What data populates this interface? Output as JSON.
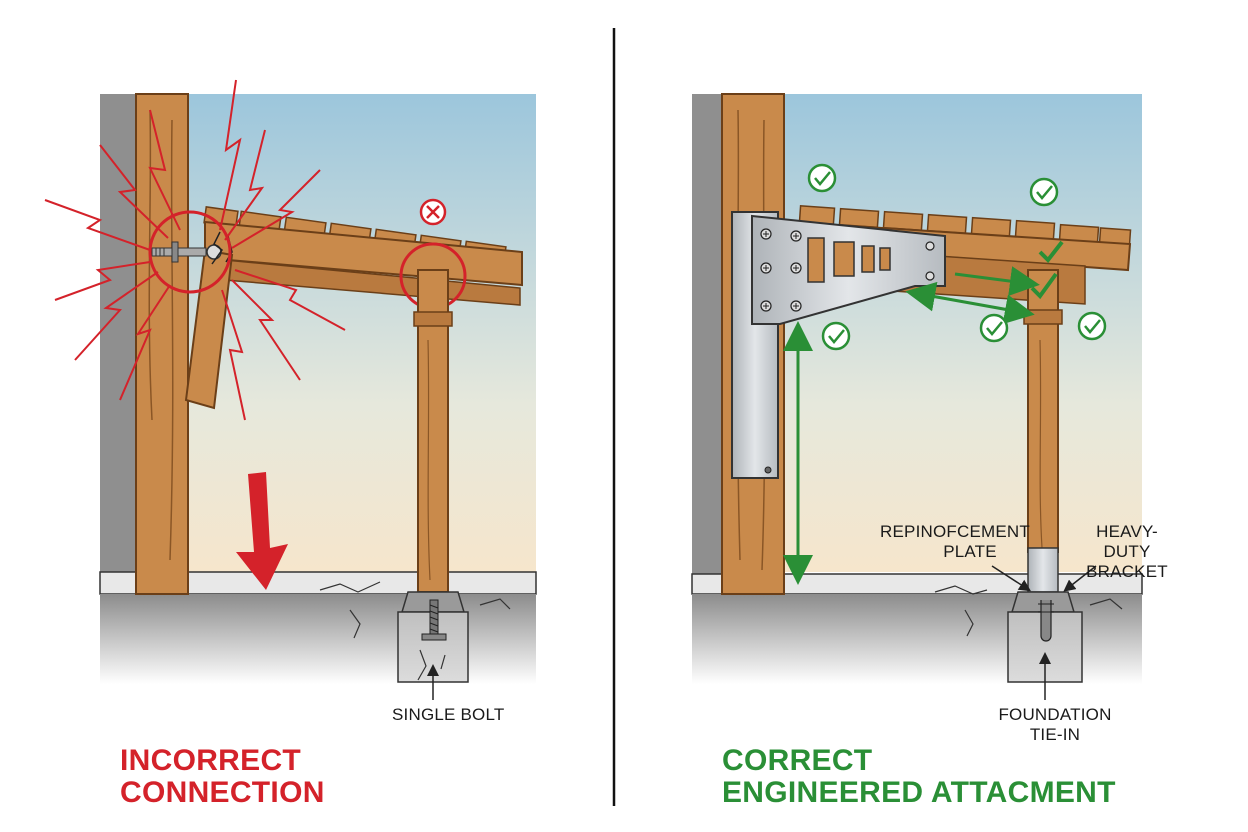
{
  "left_panel": {
    "title_line1": "INCORRECT",
    "title_line2": "CONNECTION",
    "callout_single_bolt": "SINGLE BOLT"
  },
  "right_panel": {
    "title_line1": "CORRECT",
    "title_line2": "ENGINEERED ATTACMENT",
    "callout_reinforcement_line1": "REPINOFCEMENT",
    "callout_reinforcement_line2": "PLATE",
    "callout_bracket_line1": "HEAVY-DUTY",
    "callout_bracket_line2": "BRACKET",
    "callout_foundation_line1": "FOUNDATION",
    "callout_foundation_line2": "TIE-IN"
  },
  "colors": {
    "error_red": "#d4222a",
    "success_green": "#2a8f36",
    "wood": "#c98a4b",
    "wood_dark": "#8a5626",
    "steel": "#c4c8cc",
    "sky_top": "#9cc6dc",
    "sky_bottom": "#f6ead6",
    "wall_gray": "#8e8e8e"
  }
}
